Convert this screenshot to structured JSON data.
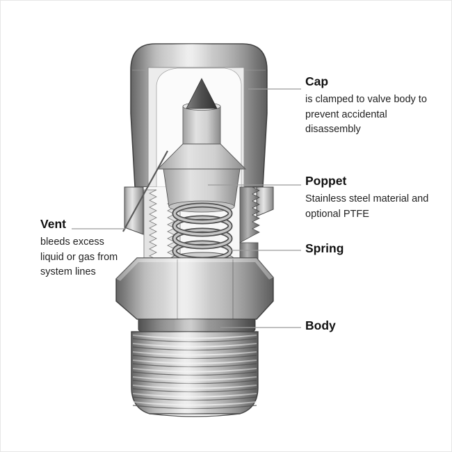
{
  "labels": {
    "cap": {
      "title": "Cap",
      "desc": "is clamped to valve body to prevent accidental disassembly"
    },
    "poppet": {
      "title": "Poppet",
      "desc": "Stainless steel material and optional PTFE"
    },
    "spring": {
      "title": "Spring"
    },
    "vent": {
      "title": "Vent",
      "desc": "bleeds excess liquid or gas from system lines"
    },
    "body": {
      "title": "Body"
    }
  },
  "colors": {
    "metal_light": "#e4e4e4",
    "metal_mid": "#c2c2c2",
    "metal_dark": "#6f6f6f",
    "outline": "#4a4a4a",
    "cut_face": "#ececec",
    "leader_line": "#9b9b9b",
    "text": "#111111"
  }
}
